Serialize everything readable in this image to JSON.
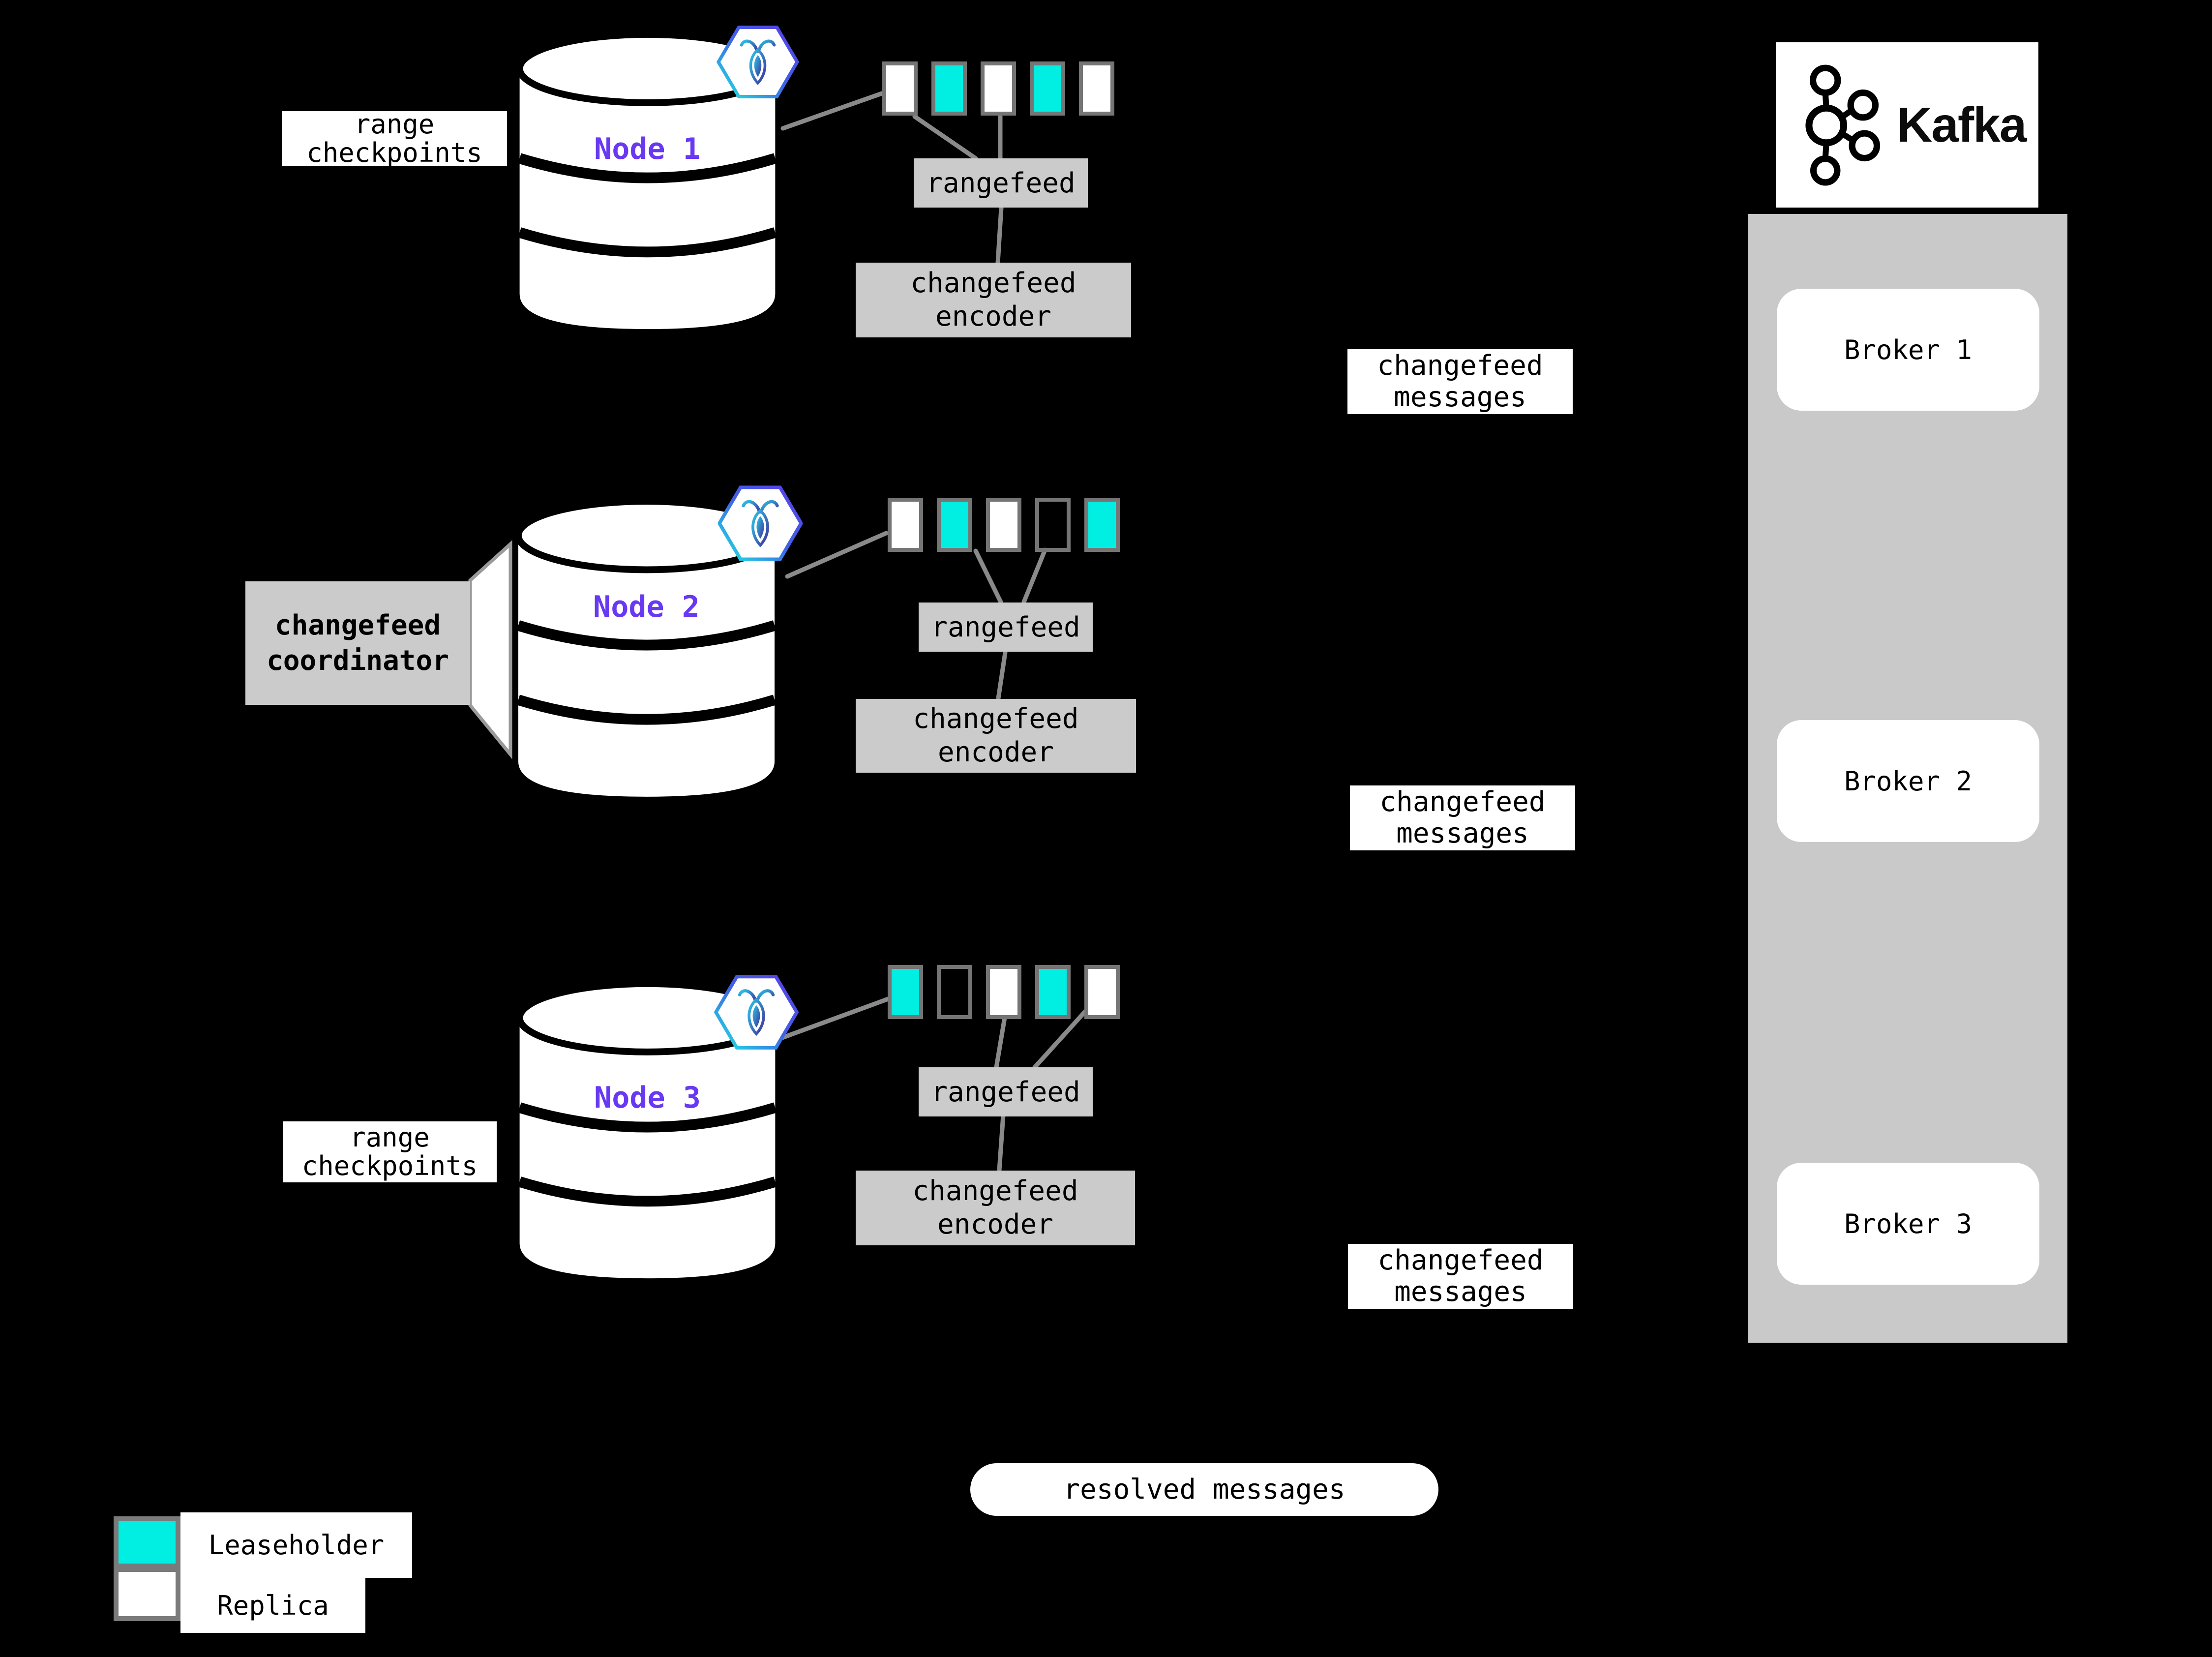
{
  "diagram": {
    "name": "changefeed-architecture",
    "icons": {
      "node_badge": "cockroachdb-hexagon-logo",
      "sink_logo": "kafka-circles-logo"
    }
  },
  "labels": {
    "range_checkpoints": [
      "range",
      "checkpoints"
    ],
    "coordinator": [
      "changefeed",
      "coordinator"
    ],
    "changefeed_messages": [
      "changefeed",
      "messages"
    ],
    "resolved_messages": "resolved messages"
  },
  "nodes": [
    {
      "label": "Node 1",
      "rangefeed_label": "rangefeed",
      "encoder_lines": [
        "changefeed",
        "encoder"
      ],
      "ranges": [
        "replica",
        "leaseholder",
        "replica",
        "leaseholder",
        "replica"
      ]
    },
    {
      "label": "Node 2",
      "rangefeed_label": "rangefeed",
      "encoder_lines": [
        "changefeed",
        "encoder"
      ],
      "ranges": [
        "replica",
        "leaseholder",
        "replica",
        "empty",
        "leaseholder"
      ]
    },
    {
      "label": "Node 3",
      "rangefeed_label": "rangefeed",
      "encoder_lines": [
        "changefeed",
        "encoder"
      ],
      "ranges": [
        "leaseholder",
        "empty",
        "replica",
        "leaseholder",
        "replica"
      ]
    }
  ],
  "kafka": {
    "brand": "Kafka",
    "brokers": [
      {
        "label": "Broker 1"
      },
      {
        "label": "Broker 2"
      },
      {
        "label": "Broker 3"
      }
    ]
  },
  "legend": {
    "items": [
      {
        "key": "leaseholder",
        "label": "Leaseholder"
      },
      {
        "key": "replica",
        "label": "Replica"
      }
    ]
  },
  "colors": {
    "background": "#000000",
    "leaseholder": "#00efe2",
    "replica": "#ffffff",
    "accent_purple": "#6838f2",
    "panel_gray": "#cbcbcb",
    "kafka_panel_gray": "#c9c9c9",
    "connector_gray": "#8a8a8a",
    "square_border_gray": "#757575"
  }
}
